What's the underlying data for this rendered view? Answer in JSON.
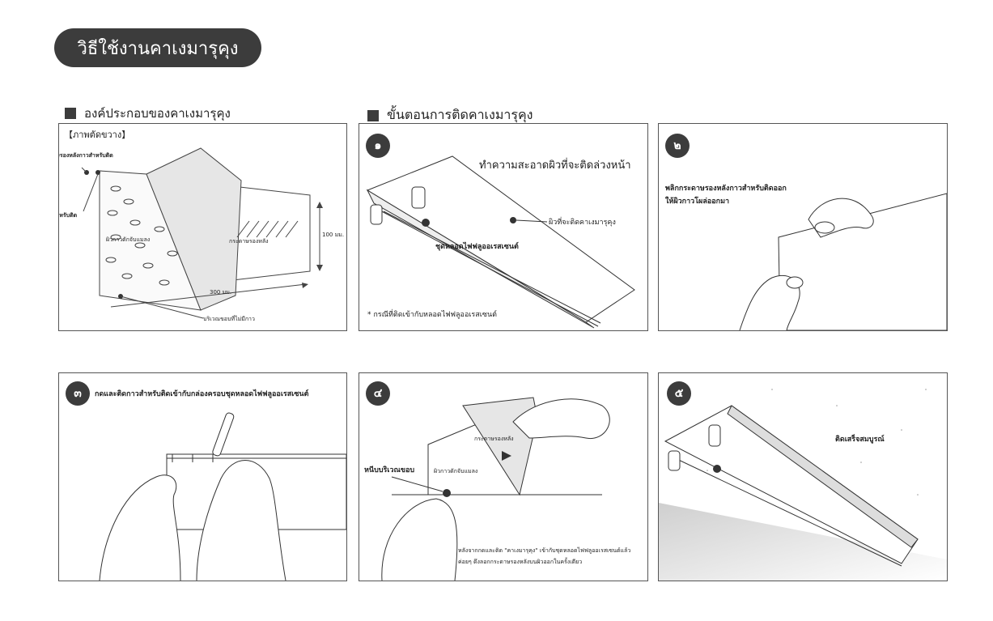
{
  "title": "วิธีใช้งานคาเงมารุคุง",
  "sections": {
    "components": "องค์ประกอบของคาเงมารุคุง",
    "steps": "ขั้นตอนการติดคาเงมารุคุง"
  },
  "cross_section": {
    "heading": "【ภาพตัดขวาง】",
    "label_backing_glue": "กระดาษรองหลังกาวสำหรับติด",
    "label_glue": "กาวสำหรับติด",
    "label_anti_insect": "ผิวกาวดักจับแมลง",
    "label_backing": "กระดาษรองหลัง",
    "dim_height": "100 มม.",
    "dim_width": "300 มม.",
    "label_no_glue": "บริเวณขอบที่ไม่มีกาว"
  },
  "steps": [
    {
      "num": "๑",
      "caption": "ทำความสะอาดผิวที่จะติดล่วงหน้า",
      "label_surface": "ผิวที่จะติดคาเงมารุคุง",
      "label_fixture": "ชุดหลอดไฟฟลูออเรสเซนต์",
      "note": "* กรณีที่ติดเข้ากับหลอดไฟฟลูออเรสเซนต์"
    },
    {
      "num": "๒",
      "caption_line1": "พลิกกระดาษรองหลังกาวสำหรับติดออก",
      "caption_line2": "ให้ผิวกาวโผล่ออกมา"
    },
    {
      "num": "๓",
      "caption": "กดและติดกาวสำหรับติดเข้ากับกล่องครอบชุดหลอดไฟฟลูออเรสเซนต์"
    },
    {
      "num": "๔",
      "label_pinch": "หนีบบริเวณขอบ",
      "label_backing": "กระดาษรองหลัง",
      "label_glue_surface": "ผิวกาวดักจับแมลง",
      "caption_line1": "หลังจากกดและติด \"คาเงมารุคุง\" เข้ากับชุดหลอดไฟฟลูออเรสเซนต์แล้ว",
      "caption_line2": "ค่อยๆ ดึงลอกกระดาษรองหลังบนผิวออกในครั้งเดียว"
    },
    {
      "num": "๕",
      "caption": "ติดเสร็จสมบูรณ์"
    }
  ]
}
